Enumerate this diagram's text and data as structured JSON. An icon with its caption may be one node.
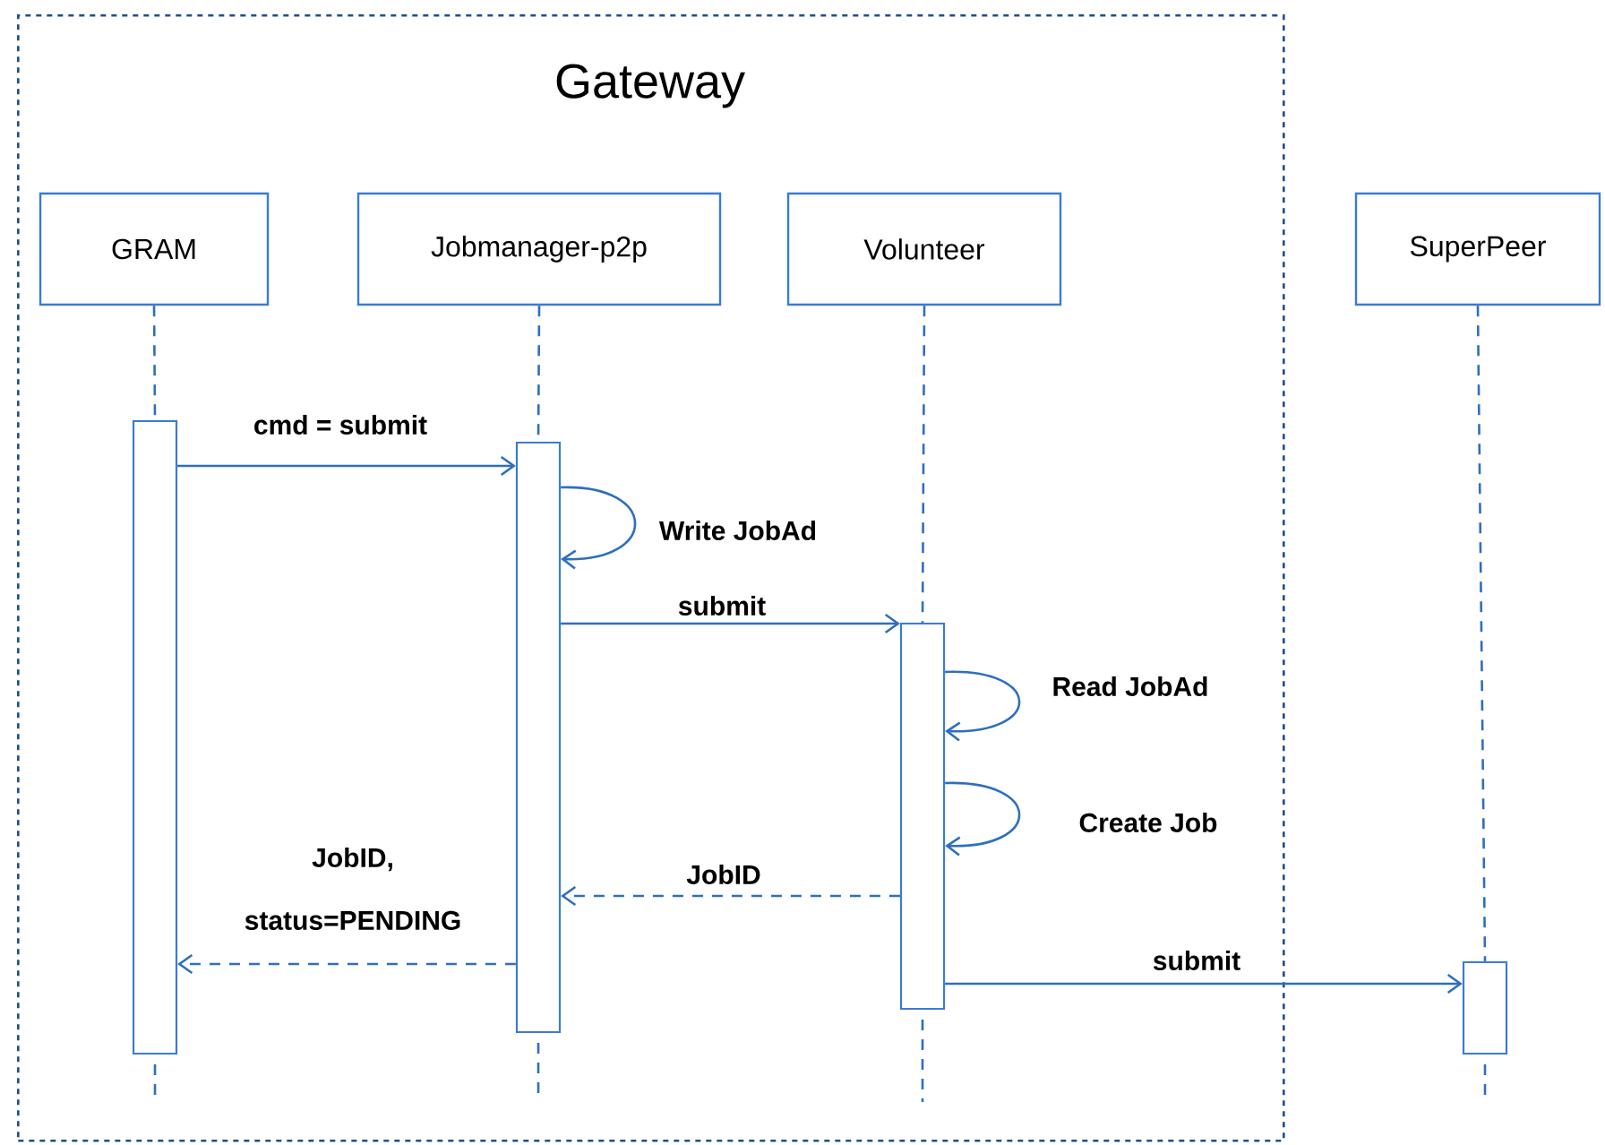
{
  "diagram": {
    "nodes": [
      {
        "text": [
          "Gateway"
        ]
      },
      {
        "text": [
          "GRAM"
        ],
        "in": 0
      },
      {
        "text": [
          "Jobmanager-p2p"
        ],
        "in": 0
      },
      {
        "text": [
          "Volunteer"
        ],
        "in": 0
      },
      {
        "text": [
          "SuperPeer"
        ]
      },
      {
        "text": [],
        "shape": "bar",
        "in": 0
      },
      {
        "text": [],
        "shape": "bar",
        "in": 0
      },
      {
        "text": [],
        "shape": "bar",
        "in": 0
      },
      {
        "text": [],
        "shape": "bar"
      }
    ],
    "edges": [
      {
        "from": 1,
        "to": 5,
        "arrow": "none",
        "style": "dashed"
      },
      {
        "from": 2,
        "to": 6,
        "arrow": "none",
        "style": "dashed"
      },
      {
        "from": 3,
        "to": 7,
        "arrow": "none",
        "style": "dashed"
      },
      {
        "from": 4,
        "to": 8,
        "arrow": "none",
        "style": "dashed"
      },
      {
        "from": 5,
        "to": 6,
        "arrow": "to",
        "label": "cmd = submit"
      },
      {
        "from": 6,
        "to": 6,
        "arrow": "to",
        "label": "Write JobAd"
      },
      {
        "from": 6,
        "to": 7,
        "arrow": "to",
        "label": "submit"
      },
      {
        "from": 7,
        "to": 7,
        "arrow": "to",
        "label": "Read JobAd"
      },
      {
        "from": 7,
        "to": 7,
        "arrow": "to",
        "label": "Create Job"
      },
      {
        "from": 7,
        "to": 6,
        "arrow": "to",
        "label": "JobID",
        "style": "dashed"
      },
      {
        "from": 6,
        "to": 5,
        "arrow": "to",
        "label": "JobID, status=PENDING",
        "style": "dashed"
      },
      {
        "from": 7,
        "to": 8,
        "arrow": "to",
        "label": "submit"
      }
    ]
  }
}
